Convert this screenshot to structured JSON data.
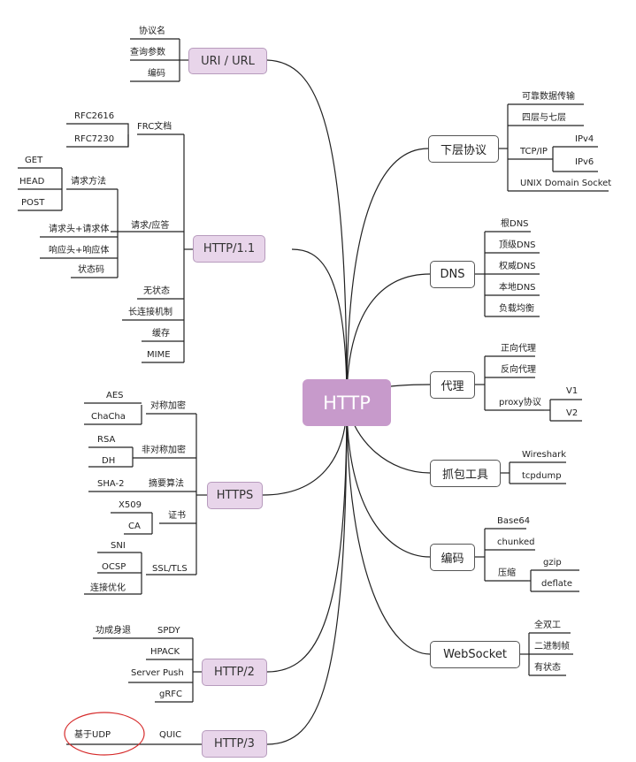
{
  "center": "HTTP",
  "left": {
    "uri": {
      "title": "URI /  URL",
      "items": [
        "协议名",
        "查询参数",
        "编码"
      ]
    },
    "http11": {
      "title": "HTTP/1.1",
      "frc": "FRC文档",
      "rfc2616": "RFC2616",
      "rfc7230": "RFC7230",
      "req_resp": "请求/应答",
      "method": "请求方法",
      "get": "GET",
      "head": "HEAD",
      "post": "POST",
      "req_header": "请求头+请求体",
      "resp_header": "响应头+响应体",
      "status": "状态码",
      "stateless": "无状态",
      "keepalive": "长连接机制",
      "cache": "缓存",
      "mime": "MIME"
    },
    "https": {
      "title": "HTTPS",
      "sym": "对称加密",
      "aes": "AES",
      "chacha": "ChaCha",
      "asym": "非对称加密",
      "rsa": "RSA",
      "dh": "DH",
      "digest": "摘要算法",
      "sha2": "SHA-2",
      "cert": "证书",
      "x509": "X509",
      "ca": "CA",
      "ssl": "SSL/TLS",
      "sni": "SNI",
      "ocsp": "OCSP",
      "opt": "连接优化"
    },
    "http2": {
      "title": "HTTP/2",
      "spdy": "SPDY",
      "spdy_note": "功成身退",
      "hpack": "HPACK",
      "push": "Server Push",
      "grfc": "gRFC"
    },
    "http3": {
      "title": "HTTP/3",
      "quic": "QUIC",
      "udp": "基于UDP"
    }
  },
  "right": {
    "lower": {
      "title": "下层协议",
      "reliable": "可靠数据传输",
      "layer": "四层与七层",
      "tcpip": "TCP/IP",
      "ipv4": "IPv4",
      "ipv6": "IPv6",
      "unix": "UNIX Domain Socket"
    },
    "dns": {
      "title": "DNS",
      "items": [
        "根DNS",
        "顶级DNS",
        "权威DNS",
        "本地DNS",
        "负载均衡"
      ]
    },
    "proxy": {
      "title": "代理",
      "forward": "正向代理",
      "reverse": "反向代理",
      "protocol": "proxy协议",
      "v1": "V1",
      "v2": "V2"
    },
    "capture": {
      "title": "抓包工具",
      "items": [
        "Wireshark",
        "tcpdump"
      ]
    },
    "encoding": {
      "title": "编码",
      "base64": "Base64",
      "chunked": "chunked",
      "compress": "压缩",
      "gzip": "gzip",
      "deflate": "deflate"
    },
    "websocket": {
      "title": "WebSocket",
      "items": [
        "全双工",
        "二进制帧",
        "有状态"
      ]
    }
  },
  "colors": {
    "center": "#c79acb",
    "branch_box": "#e8d5ea",
    "line": "#222222",
    "circle": "#d62b2b"
  }
}
